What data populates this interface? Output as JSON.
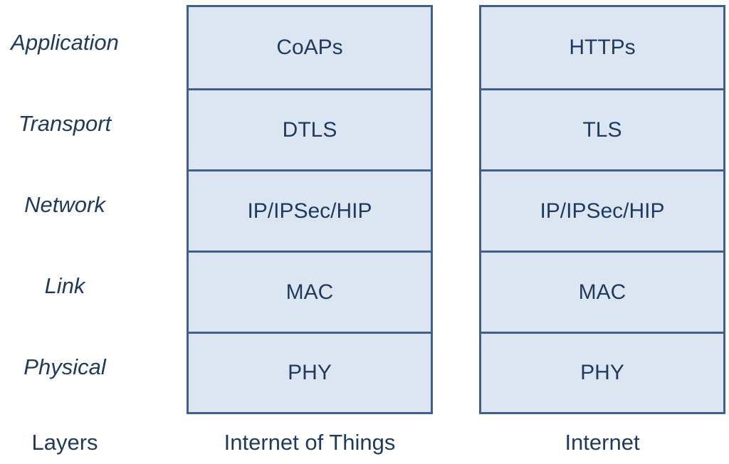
{
  "layers": [
    {
      "label": "Application"
    },
    {
      "label": "Transport"
    },
    {
      "label": "Network"
    },
    {
      "label": "Link"
    },
    {
      "label": "Physical"
    }
  ],
  "footer": {
    "layers_label": "Layers",
    "iot_label": "Internet of Things",
    "internet_label": "Internet"
  },
  "iot_stack": [
    "CoAPs",
    "DTLS",
    "IP/IPSec/HIP",
    "MAC",
    "PHY"
  ],
  "internet_stack": [
    "HTTPs",
    "TLS",
    "IP/IPSec/HIP",
    "MAC",
    "PHY"
  ],
  "colors": {
    "text": "#1f3a5f",
    "box_fill": "#dce6f2",
    "box_border": "#3f5f8f"
  }
}
